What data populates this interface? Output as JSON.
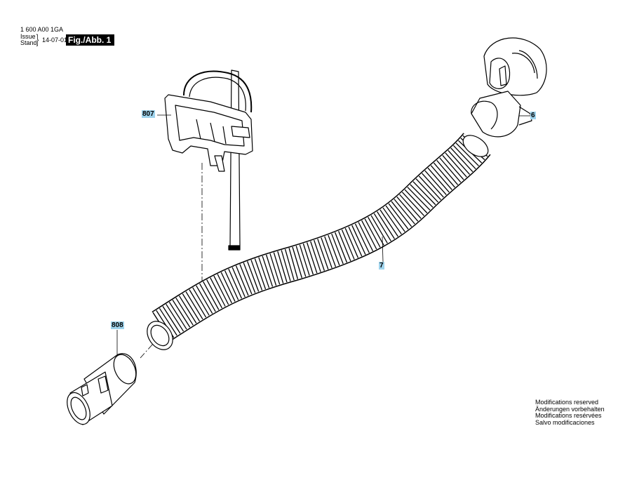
{
  "header": {
    "part_number": "1 600 A00 1GA",
    "issue_label": "Issue",
    "stand_label": "Stand",
    "date": "14-07-01",
    "figure_tag": "Fig./Abb. 1"
  },
  "callouts": {
    "c807": "807",
    "c6": "6",
    "c7": "7",
    "c808": "808"
  },
  "notice": [
    "Modifications reserved",
    "Änderungen vorbehalten",
    "Modifications resérvées",
    "Salvo modificaciones"
  ],
  "colors": {
    "callout_bg": "#9ed3ec",
    "line": "#000000",
    "fill": "#ffffff"
  }
}
